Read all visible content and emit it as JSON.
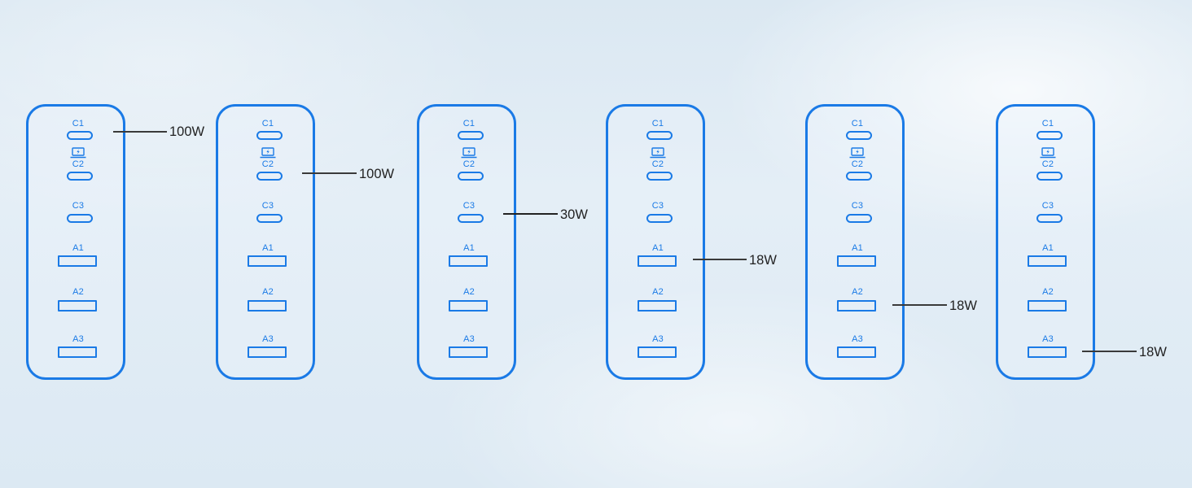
{
  "panels": [
    {
      "ports": {
        "c1": "C1",
        "c2": "C2",
        "c3": "C3",
        "a1": "A1",
        "a2": "A2",
        "a3": "A3"
      },
      "highlight_port": "C1",
      "watt": "100W"
    },
    {
      "ports": {
        "c1": "C1",
        "c2": "C2",
        "c3": "C3",
        "a1": "A1",
        "a2": "A2",
        "a3": "A3"
      },
      "highlight_port": "C2",
      "watt": "100W"
    },
    {
      "ports": {
        "c1": "C1",
        "c2": "C2",
        "c3": "C3",
        "a1": "A1",
        "a2": "A2",
        "a3": "A3"
      },
      "highlight_port": "C3",
      "watt": "30W"
    },
    {
      "ports": {
        "c1": "C1",
        "c2": "C2",
        "c3": "C3",
        "a1": "A1",
        "a2": "A2",
        "a3": "A3"
      },
      "highlight_port": "A1",
      "watt": "18W"
    },
    {
      "ports": {
        "c1": "C1",
        "c2": "C2",
        "c3": "C3",
        "a1": "A1",
        "a2": "A2",
        "a3": "A3"
      },
      "highlight_port": "A2",
      "watt": "18W"
    },
    {
      "ports": {
        "c1": "C1",
        "c2": "C2",
        "c3": "C3",
        "a1": "A1",
        "a2": "A2",
        "a3": "A3"
      },
      "highlight_port": "A3",
      "watt": "18W"
    }
  ],
  "colors": {
    "accent": "#1a7ae6",
    "text": "#222222"
  }
}
